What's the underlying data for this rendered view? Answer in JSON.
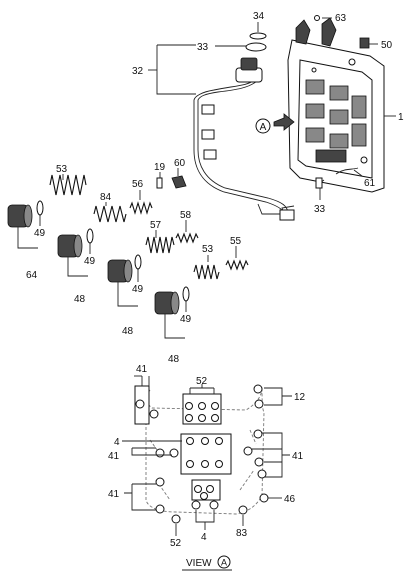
{
  "callouts": {
    "c34": "34",
    "c33a": "33",
    "c32": "32",
    "c63": "63",
    "c50": "50",
    "c1": "1",
    "c61": "61",
    "c33b": "33",
    "c19": "19",
    "c60": "60",
    "c56": "56",
    "c53a": "53",
    "c49a": "49",
    "c64": "64",
    "c84": "84",
    "c57": "57",
    "c58": "58",
    "c49b": "49",
    "c48a": "48",
    "c53b": "53",
    "c55": "55",
    "c49c": "49",
    "c48b": "48",
    "c49d": "49",
    "c48c": "48",
    "c41a": "41",
    "c52a": "52",
    "c12": "12",
    "c4a": "4",
    "c41b": "41",
    "c41c": "41",
    "c41d": "41",
    "c46": "46",
    "c52b": "52",
    "c4b": "4",
    "c83": "83"
  },
  "view_marker": "A",
  "view_label": "VIEW",
  "view_label_marker": "A"
}
